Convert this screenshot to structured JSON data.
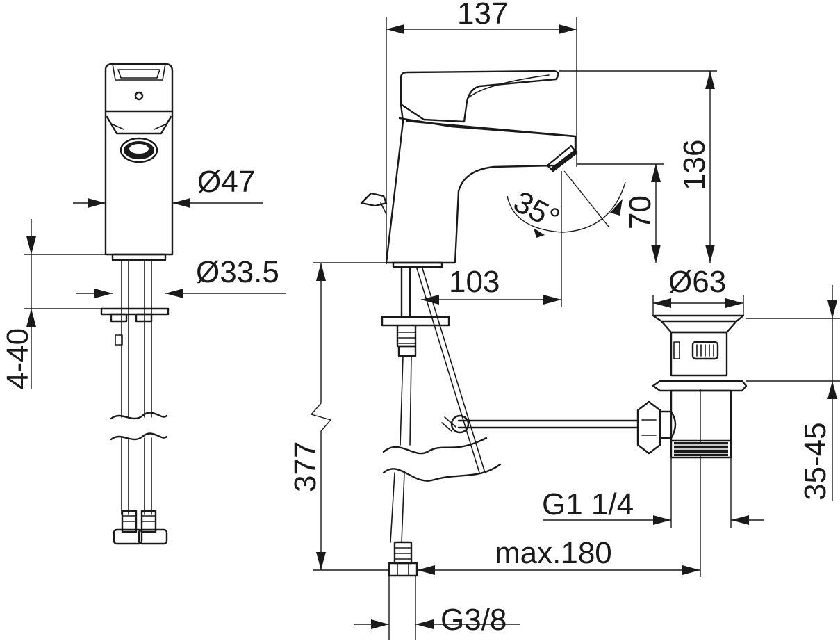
{
  "dimensions": {
    "width_top": "137",
    "height_total": "136",
    "spout_height": "70",
    "swivel_angle": "35°",
    "spout_reach": "103",
    "body_diameter": "Ø47",
    "base_diameter": "Ø33.5",
    "waste_diameter": "Ø63",
    "deck_thickness": "4-40",
    "hose_length": "377",
    "waste_thread": "G1 1/4",
    "pop_up_distance": "max.180",
    "hose_thread": "G3/8",
    "waste_deck_thickness": "35-45"
  }
}
